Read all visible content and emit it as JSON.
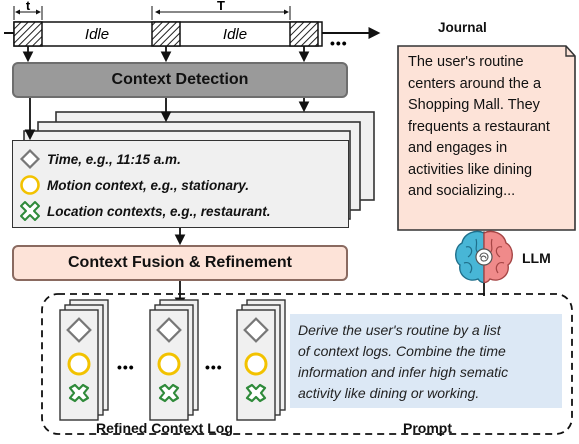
{
  "timeline": {
    "t_label": "t",
    "T_label": "T",
    "segments": [
      "Idle",
      "Idle"
    ],
    "ellipsis": "•••"
  },
  "context_detection": {
    "label": "Context Detection"
  },
  "contexts": [
    {
      "icon": "diamond-icon",
      "text": "Time, e.g., 11:15 a.m."
    },
    {
      "icon": "circle-icon",
      "text": "Motion context, e.g., stationary."
    },
    {
      "icon": "cross-icon",
      "text": "Location contexts, e.g., restaurant."
    }
  ],
  "context_fusion": {
    "label": "Context Fusion & Refinement"
  },
  "journal": {
    "title": "Journal",
    "lines": [
      "The user's routine",
      "centers around the a",
      "Shopping Mall. They",
      "frequents a restaurant",
      "and engages in",
      "activities like dining",
      "and socializing..."
    ]
  },
  "llm": {
    "label": "LLM"
  },
  "prompt": {
    "lines": [
      "Derive the user's routine by a list",
      "of context logs. Combine the time",
      "information and infer high sematic",
      "activity like dining or working."
    ],
    "label": "Prompt"
  },
  "refined_log": {
    "label": "Refined Context Log",
    "ellipsis": "•••"
  },
  "colors": {
    "context_detection_bg": "#9a9a9a",
    "fusion_bg": "#fde3d8",
    "journal_bg": "#fde3d8",
    "prompt_bg": "#dce8f5",
    "circle_yellow": "#f2c200",
    "cross_green": "#2f8a3a",
    "diamond_gray": "#777777"
  }
}
